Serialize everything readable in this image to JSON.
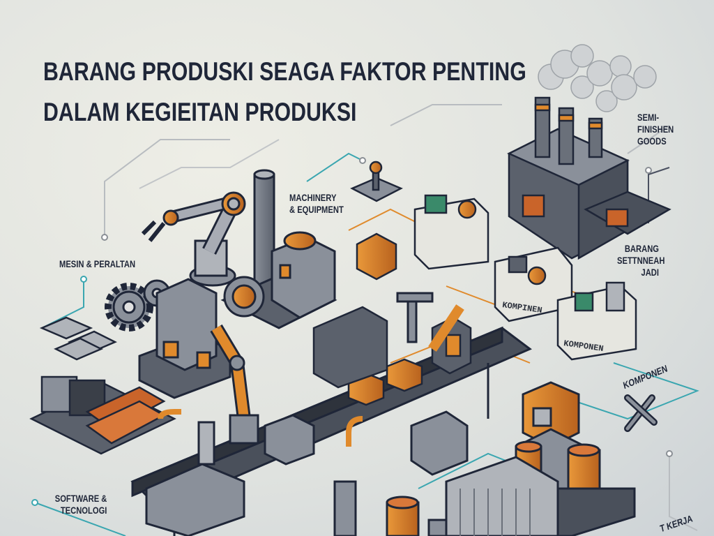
{
  "title": {
    "line1": "BARANG PRODUSKI SEAGA FAKTOR PENTING",
    "line2": "DALAM KEGIEITAN PRODUKSI"
  },
  "labels": {
    "machinery_line1": "MACHINERY",
    "machinery_line2": "& EQUIPMENT",
    "mesin": "MESIN & PERALTAN",
    "semi_line1": "SEMI-",
    "semi_line2": "FINISHEN",
    "semi_line3": "GOODS",
    "barang_line1": "BARANG",
    "barang_line2": "SETTNNEAH",
    "barang_line3": "JADI",
    "komponen": "KOMPONEN",
    "software_line1": "SOFTWARE &",
    "software_line2": "TECNOLOGI",
    "kerja": "T KERJA"
  },
  "bins": [
    "KOMPINEN",
    "KOMPONEN"
  ],
  "colors": {
    "ink": "#1f2638",
    "orange": "#e08a2c",
    "steel": "#7a808c",
    "teal": "#3aa6b0",
    "background": "#e4e6e0"
  },
  "icons": [
    "robot-arm",
    "gear",
    "factory",
    "smoke",
    "wrench-screwdriver",
    "barrel",
    "conveyor",
    "container"
  ]
}
